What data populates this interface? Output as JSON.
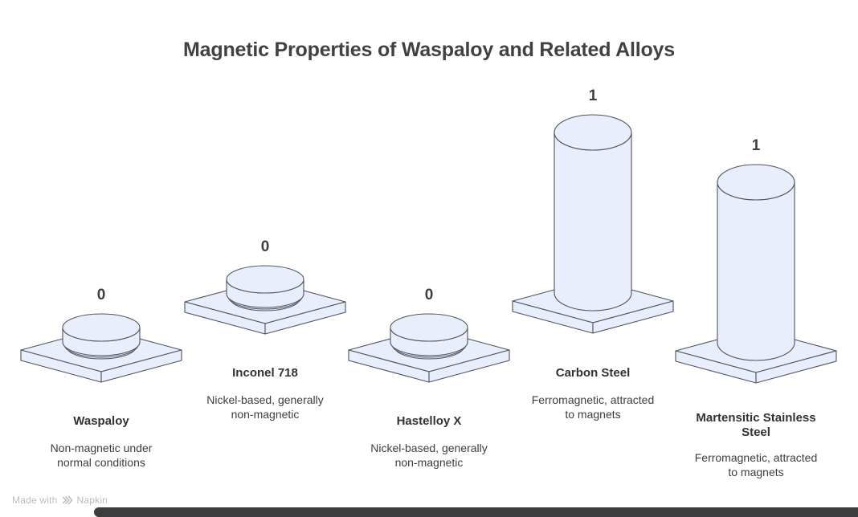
{
  "title": "Magnetic Properties of Waspaloy and Related Alloys",
  "chart_data": {
    "type": "bar",
    "style": "isometric-3d-cylinders-on-square-pedestals",
    "title": "Magnetic Properties of Waspaloy and Related Alloys",
    "categories": [
      "Waspaloy",
      "Inconel 718",
      "Hastelloy X",
      "Carbon Steel",
      "Martensitic Stainless Steel"
    ],
    "values": [
      0,
      0,
      0,
      1,
      1
    ],
    "ylim": [
      0,
      1
    ],
    "grid": false,
    "legend": "none",
    "items": [
      {
        "label": "Waspaloy",
        "value": 0,
        "value_label": "0",
        "description": "Non-magnetic under normal conditions"
      },
      {
        "label": "Inconel 718",
        "value": 0,
        "value_label": "0",
        "description": "Nickel-based, generally non-magnetic"
      },
      {
        "label": "Hastelloy X",
        "value": 0,
        "value_label": "0",
        "description": "Nickel-based, generally non-magnetic"
      },
      {
        "label": "Carbon Steel",
        "value": 1,
        "value_label": "1",
        "description": "Ferromagnetic, attracted to magnets"
      },
      {
        "label": "Martensitic Stainless Steel",
        "value": 1,
        "value_label": "1",
        "description": "Ferromagnetic, attracted to magnets"
      }
    ]
  },
  "watermark": {
    "prefix": "Made with",
    "brand": "Napkin",
    "logo_icon": "napkin-logo-icon"
  },
  "colors": {
    "shape_fill": "#e8eefc",
    "shape_stroke": "#4d555e",
    "title_text": "#3f4245",
    "body_text": "#3b3e42",
    "watermark_text": "#b9bdc1",
    "scrollbar": "#3d3d3f"
  }
}
